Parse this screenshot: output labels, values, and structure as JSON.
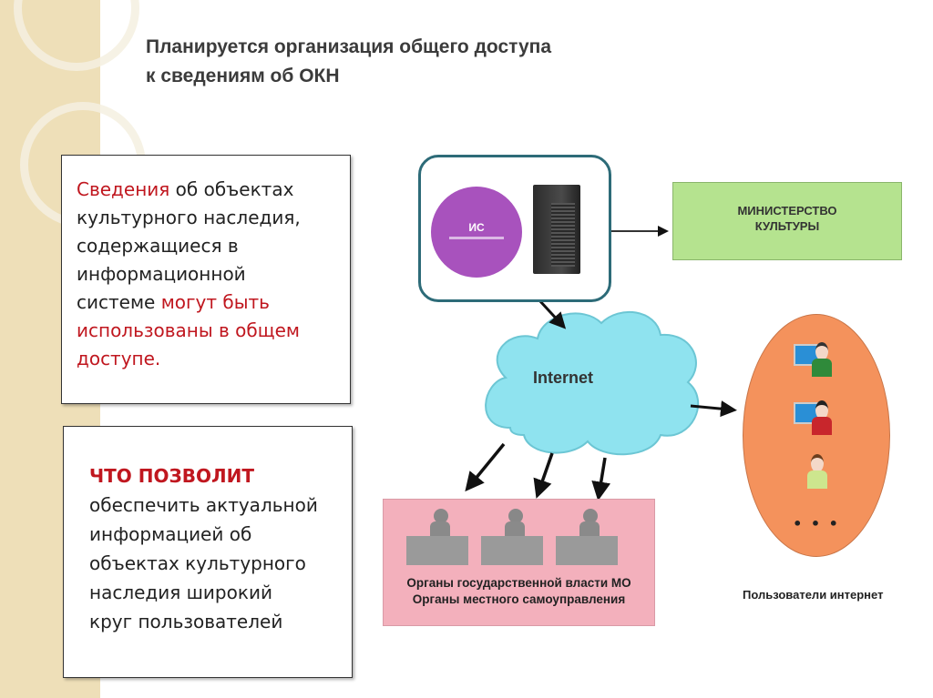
{
  "title": {
    "line1": "Планируется организация общего доступа",
    "line2": "к сведениям об ОКН"
  },
  "box1": {
    "lines": [
      {
        "red": "Сведения",
        "black": " об объектах"
      },
      {
        "black": "культурного наследия,"
      },
      {
        "black": "содержащиеся в"
      },
      {
        "black": "информационной"
      },
      {
        "black": "системе ",
        "red": "могут быть"
      },
      {
        "red": "использованы в общем"
      },
      {
        "red": "доступе."
      }
    ]
  },
  "box2": {
    "heading": "ЧТО ПОЗВОЛИТ",
    "lines": [
      "обеспечить актуальной",
      "информацией об",
      "объектах культурного",
      "наследия широкий",
      "круг пользователей"
    ]
  },
  "diagram": {
    "is_label": "ИС",
    "ministry": {
      "line1": "МИНИСТЕРСТВО",
      "line2": "КУЛЬТУРЫ"
    },
    "cloud_label": "Internet",
    "gov": {
      "line1": "Органы государственной власти МО",
      "line2": "Органы местного самоуправления"
    },
    "users_dots": "• • •",
    "users_label": "Пользователи интернет"
  },
  "colors": {
    "accent_red": "#c0171f",
    "is_purple": "#a852bd",
    "cloud": "#8fe3ef",
    "ministry": "#b5e38f",
    "gov": "#f3b0bc",
    "users": "#f4925c"
  }
}
